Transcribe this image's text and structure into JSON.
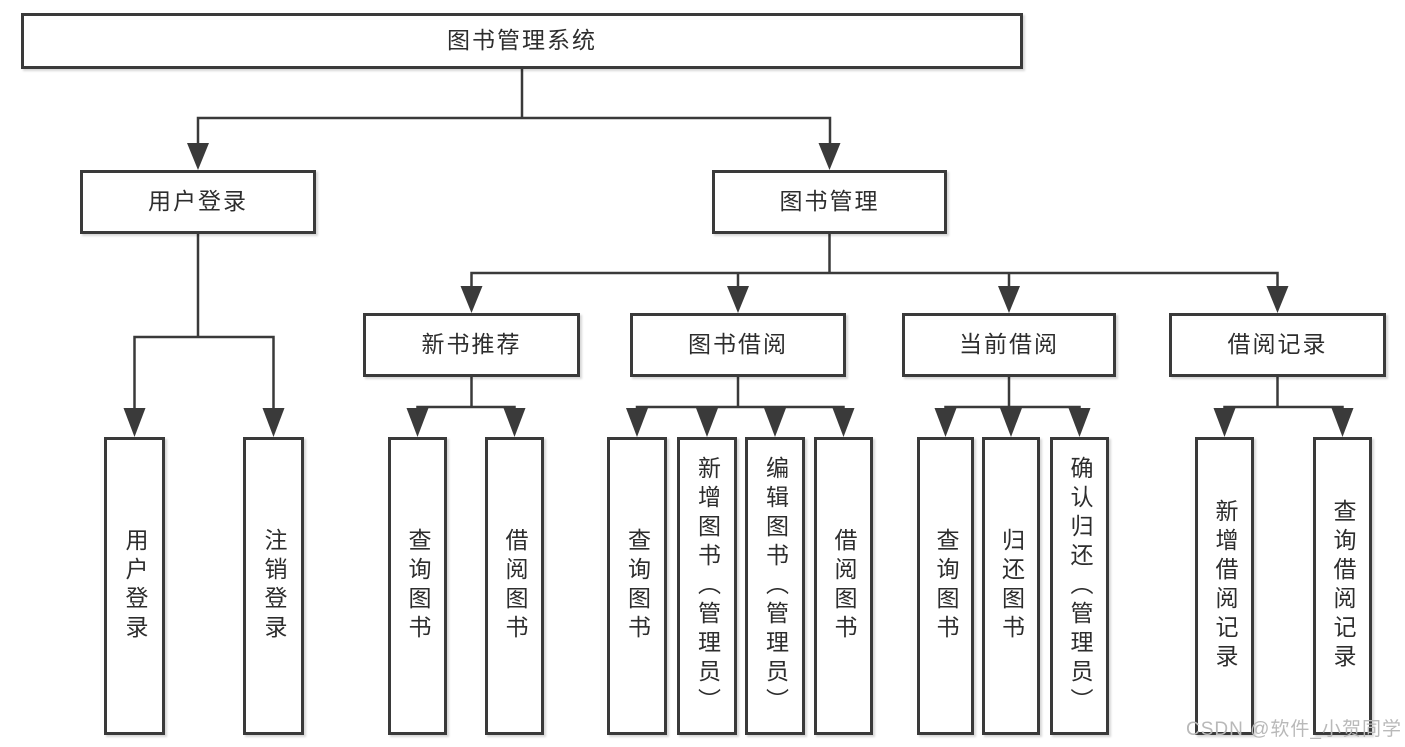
{
  "tree": {
    "label": "图书管理系统",
    "children": [
      {
        "label": "用户登录",
        "children": [
          {
            "label": "用户登录"
          },
          {
            "label": "注销登录"
          }
        ]
      },
      {
        "label": "图书管理",
        "children": [
          {
            "label": "新书推荐",
            "children": [
              {
                "label": "查询图书"
              },
              {
                "label": "借阅图书"
              }
            ]
          },
          {
            "label": "图书借阅",
            "children": [
              {
                "label": "查询图书"
              },
              {
                "label": "新增图书（管理员）"
              },
              {
                "label": "编辑图书（管理员）"
              },
              {
                "label": "借阅图书"
              }
            ]
          },
          {
            "label": "当前借阅",
            "children": [
              {
                "label": "查询图书"
              },
              {
                "label": "归还图书"
              },
              {
                "label": "确认归还（管理员）"
              }
            ]
          },
          {
            "label": "借阅记录",
            "children": [
              {
                "label": "新增借阅记录"
              },
              {
                "label": "查询借阅记录"
              }
            ]
          }
        ]
      }
    ]
  },
  "watermark": "CSDN @软件_小贺同学",
  "colors": {
    "line": "#3a3a3a",
    "text": "#2d2d2d",
    "watermark": "#b9b9b9",
    "background": "#ffffff"
  }
}
